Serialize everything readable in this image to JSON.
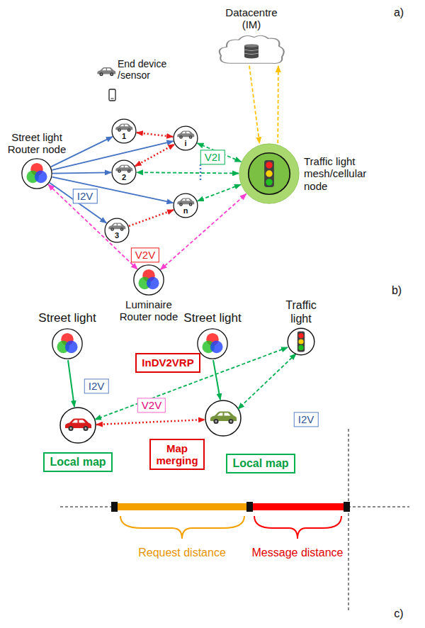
{
  "diagram": {
    "nodes": [
      {
        "text": [
          "Datacentre (IM)"
        ]
      },
      {
        "text": [
          "1"
        ]
      },
      {
        "text": [
          "i"
        ]
      },
      {
        "text": [
          "Street light Router node"
        ]
      },
      {
        "text": [
          "2"
        ]
      },
      {
        "text": [
          "n"
        ]
      },
      {
        "text": [
          "Traffic light mesh/cellular node"
        ]
      },
      {
        "text": [
          "3"
        ]
      },
      {
        "text": [
          "Luminaire Router node"
        ]
      },
      {
        "text": [
          "Street light"
        ]
      },
      {
        "text": [
          "Street light"
        ]
      },
      {
        "text": [
          "Traffic light"
        ]
      },
      {
        "text": [
          "InDV2VRP"
        ]
      },
      {
        "text": [
          "Map merging"
        ]
      },
      {
        "text": [
          "Local map"
        ]
      },
      {
        "text": [
          "Local map"
        ]
      }
    ],
    "edges": [
      {
        "from": 3,
        "to": 1,
        "arrow": "to"
      },
      {
        "from": 3,
        "to": 2,
        "arrow": "to"
      },
      {
        "from": 3,
        "to": 4,
        "arrow": "to"
      },
      {
        "from": 3,
        "to": 5,
        "label": "I2V",
        "arrow": "to"
      },
      {
        "from": 3,
        "to": 7,
        "arrow": "to"
      },
      {
        "from": 1,
        "to": 2,
        "arrow": "both"
      },
      {
        "from": 4,
        "to": 2,
        "arrow": "both"
      },
      {
        "from": 7,
        "to": 5,
        "label": "V2V",
        "arrow": "to"
      },
      {
        "from": 6,
        "to": 2,
        "arrow": "both"
      },
      {
        "from": 6,
        "to": 4,
        "label": "V2I",
        "arrow": "both"
      },
      {
        "from": 6,
        "to": 5,
        "arrow": "both"
      },
      {
        "from": 3,
        "to": 8,
        "arrow": "both"
      },
      {
        "from": 8,
        "to": 6,
        "arrow": "both"
      },
      {
        "from": 0,
        "to": 6,
        "arrow": "to"
      },
      {
        "from": 6,
        "to": 0,
        "arrow": "to"
      }
    ],
    "labels": [
      "a)",
      "End device /sensor",
      "b)",
      "I2V",
      "V2V",
      "I2V",
      "Request distance",
      "Message distance",
      "c)"
    ]
  }
}
